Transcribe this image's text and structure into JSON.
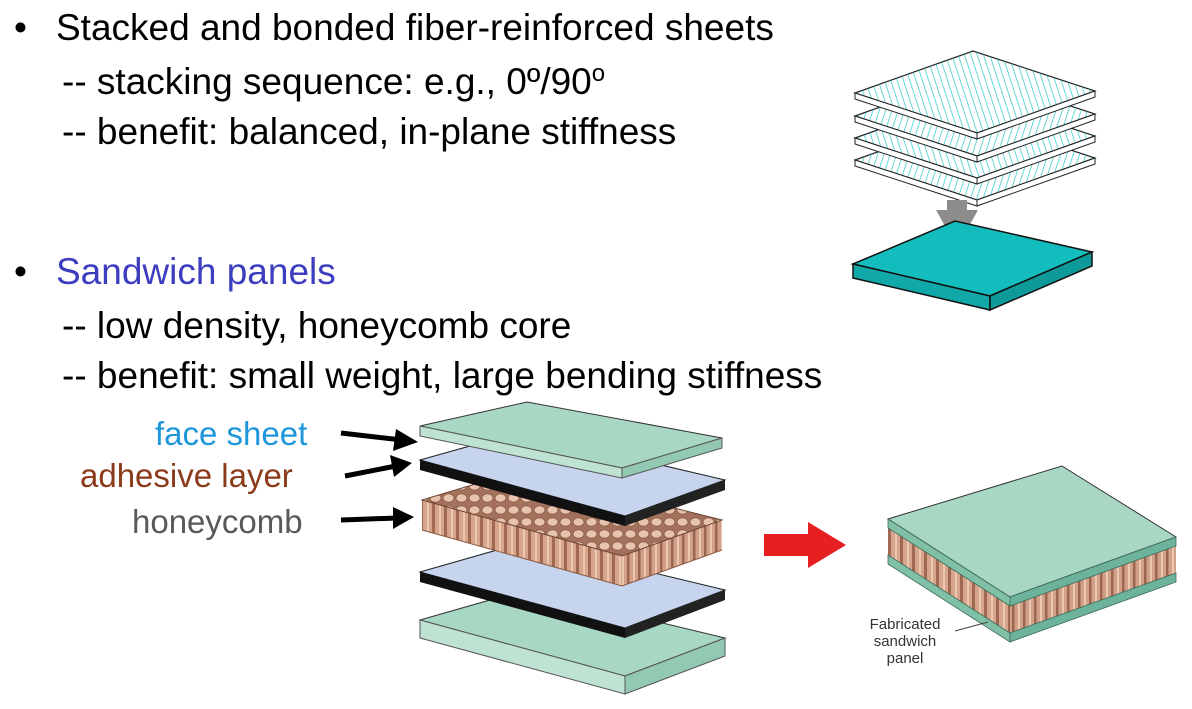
{
  "section1": {
    "bullet": "•",
    "title": "Stacked and bonded fiber-reinforced sheets",
    "line1_text": "-- stacking sequence:  e.g., 0",
    "line1_deg1": "º",
    "line1_mid": "/90",
    "line1_deg2": "o",
    "line2": "-- benefit:  balanced, in-plane stiffness"
  },
  "section2": {
    "bullet": "•",
    "title": "Sandwich panels",
    "line1": "-- low density, honeycomb core",
    "line2": "-- benefit:  small weight, large bending stiffness"
  },
  "labels": {
    "face_sheet": "face sheet",
    "adhesive_layer": "adhesive layer",
    "honeycomb": "honeycomb"
  },
  "callout": {
    "line1": "Fabricated",
    "line2": "sandwich",
    "line3": "panel"
  },
  "colors": {
    "title2": "#3d3dbf",
    "face_sheet": "#1e96dc",
    "adhesive_layer": "#8b3a1a",
    "honeycomb": "#595959",
    "laminate": "#14bdbd",
    "sheet_green": "#a8d8c4",
    "sheet_blue": "#c6d4ee",
    "core_copper": "#d6a58c",
    "arrow_red": "#e62020"
  }
}
